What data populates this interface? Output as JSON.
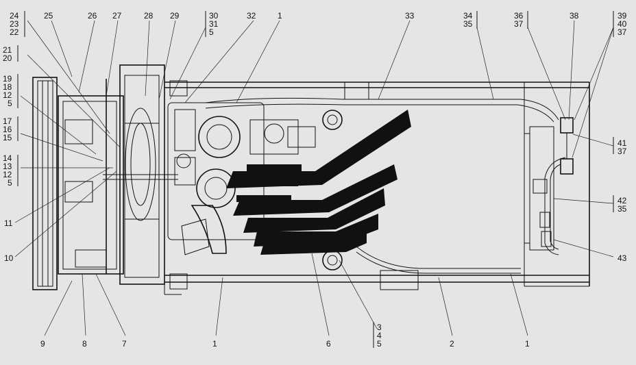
{
  "callouts": {
    "top": [
      {
        "id": "t24",
        "text": "24"
      },
      {
        "id": "t23",
        "text": "23"
      },
      {
        "id": "t22",
        "text": "22"
      },
      {
        "id": "t25",
        "text": "25"
      },
      {
        "id": "t26",
        "text": "26"
      },
      {
        "id": "t27",
        "text": "27"
      },
      {
        "id": "t28",
        "text": "28"
      },
      {
        "id": "t29",
        "text": "29"
      },
      {
        "id": "t30",
        "text": "30"
      },
      {
        "id": "t31",
        "text": "31"
      },
      {
        "id": "t5a",
        "text": "5"
      },
      {
        "id": "t32",
        "text": "32"
      },
      {
        "id": "t1a",
        "text": "1"
      },
      {
        "id": "t33",
        "text": "33"
      },
      {
        "id": "t34",
        "text": "34"
      },
      {
        "id": "t35a",
        "text": "35"
      },
      {
        "id": "t36",
        "text": "36"
      },
      {
        "id": "t37a",
        "text": "37"
      },
      {
        "id": "t38",
        "text": "38"
      },
      {
        "id": "t39",
        "text": "39"
      },
      {
        "id": "t40",
        "text": "40"
      },
      {
        "id": "t37b",
        "text": "37"
      }
    ],
    "left": [
      {
        "id": "l21",
        "text": "21"
      },
      {
        "id": "l20",
        "text": "20"
      },
      {
        "id": "l19",
        "text": "19"
      },
      {
        "id": "l18",
        "text": "18"
      },
      {
        "id": "l12a",
        "text": "12"
      },
      {
        "id": "l5a",
        "text": "5"
      },
      {
        "id": "l17",
        "text": "17"
      },
      {
        "id": "l16",
        "text": "16"
      },
      {
        "id": "l15",
        "text": "15"
      },
      {
        "id": "l14",
        "text": "14"
      },
      {
        "id": "l13",
        "text": "13"
      },
      {
        "id": "l12b",
        "text": "12"
      },
      {
        "id": "l5b",
        "text": "5"
      },
      {
        "id": "l11",
        "text": "11"
      },
      {
        "id": "l10",
        "text": "10"
      }
    ],
    "right": [
      {
        "id": "r41",
        "text": "41"
      },
      {
        "id": "r37",
        "text": "37"
      },
      {
        "id": "r42",
        "text": "42"
      },
      {
        "id": "r35",
        "text": "35"
      },
      {
        "id": "r43",
        "text": "43"
      }
    ],
    "bottom": [
      {
        "id": "b9",
        "text": "9"
      },
      {
        "id": "b8",
        "text": "8"
      },
      {
        "id": "b7",
        "text": "7"
      },
      {
        "id": "b1a",
        "text": "1"
      },
      {
        "id": "b6",
        "text": "6"
      },
      {
        "id": "b3",
        "text": "3"
      },
      {
        "id": "b4",
        "text": "4"
      },
      {
        "id": "b5",
        "text": "5"
      },
      {
        "id": "b2",
        "text": "2"
      },
      {
        "id": "b1b",
        "text": "1"
      }
    ]
  },
  "colors": {
    "background": "#e5e5e5",
    "ink": "#111111"
  }
}
